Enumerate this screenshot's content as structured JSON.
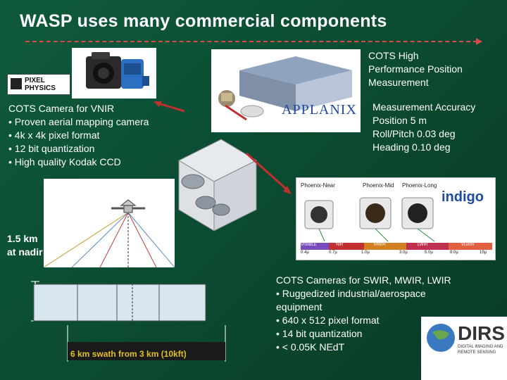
{
  "slide": {
    "title": "WASP uses many commercial components"
  },
  "camera_text": {
    "heading": "COTS Camera for VNIR",
    "bullets": [
      "• Proven aerial mapping camera",
      "• 4k x 4k pixel format",
      "• 12 bit quantization",
      "• High quality Kodak CCD"
    ]
  },
  "position_text": {
    "lines": [
      "COTS High",
      "Performance Position",
      "Measurement"
    ]
  },
  "accuracy_text": {
    "heading": "Measurement Accuracy",
    "lines": [
      "Position  5 m",
      "Roll/Pitch 0.03 deg",
      "Heading  0.10 deg"
    ]
  },
  "ir_text": {
    "heading": "COTS Cameras for SWIR, MWIR, LWIR",
    "bullets": [
      "• Ruggedized industrial/aerospace",
      "equipment",
      "• 640 x 512 pixel format",
      "• 14 bit quantization",
      "• < 0.05K NEdT"
    ]
  },
  "diagram": {
    "nadir_label_1": "1.5 km",
    "nadir_label_2": "at nadir",
    "swath_label": "6 km swath from 3 km (10kft)"
  },
  "logos": {
    "pixel_physics_1": "PIXEL",
    "pixel_physics_2": "PHYSICS",
    "applanix": "APPLANIX",
    "indigo": "indigo",
    "dirs": "DIRS",
    "dirs_sub_1": "DIGITAL IMAGING AND",
    "dirs_sub_2": "REMOTE SENSING"
  },
  "ir_cameras": {
    "labels": [
      "Phoenix-Near",
      "Phoenix-Mid",
      "Phoenix-Long"
    ],
    "bands": [
      "VISIBLE",
      "NIR",
      "MWIR",
      "LWIR",
      "VLWIR"
    ],
    "ticks": [
      "0.4µ",
      "0.7µ",
      "1.0µ",
      "3.0µ",
      "5.0µ",
      "8.0µ",
      "15µ"
    ]
  },
  "colors": {
    "background": "#0b4a30",
    "rule": "#d64a4a",
    "swath_label": "#e0c020",
    "accent_blue": "#1e4aa0"
  }
}
